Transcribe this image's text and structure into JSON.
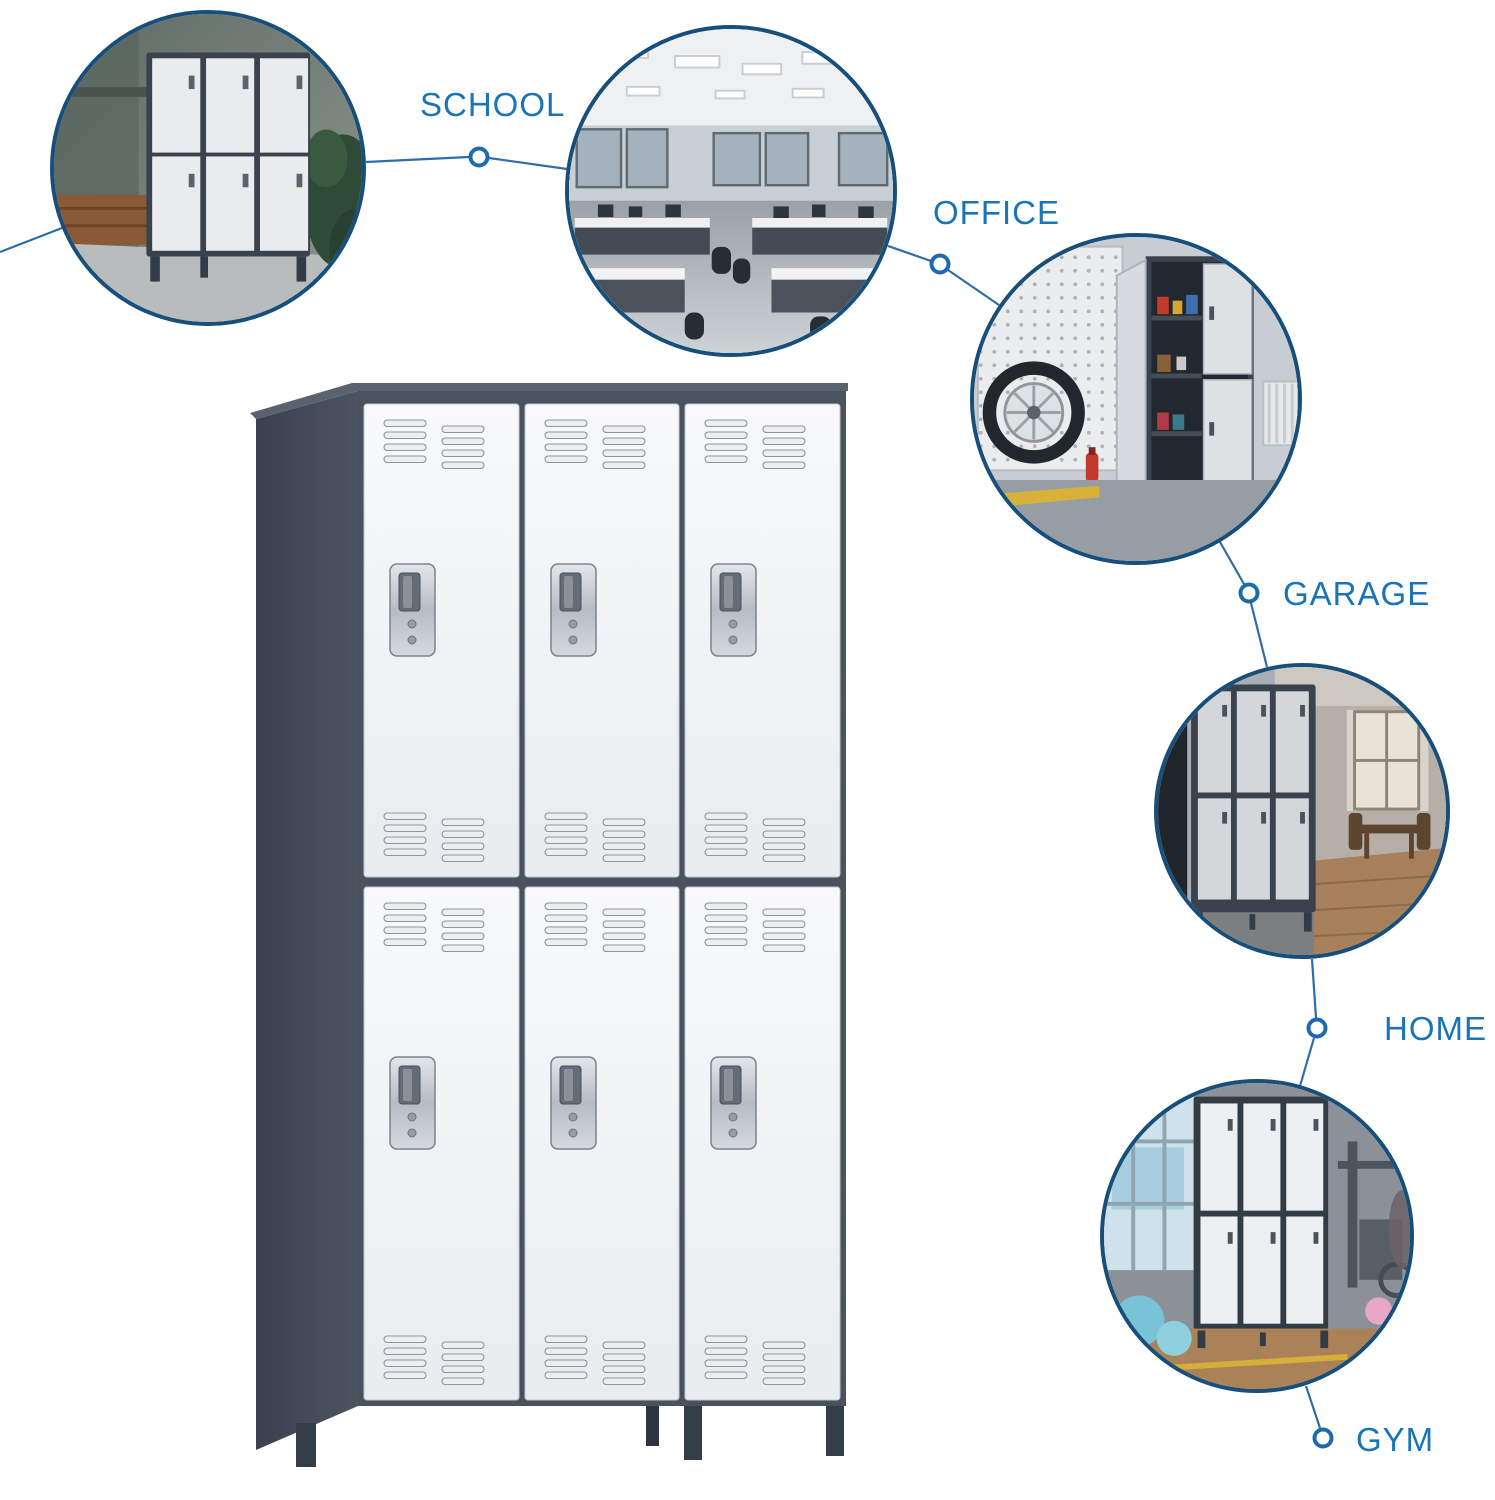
{
  "colors": {
    "accent": "#1b74b8",
    "circle_border": "#174e7a",
    "connector_line": "#2d6da8",
    "locker_frame": "#49525e",
    "locker_door": "#f2f4f6"
  },
  "scenes": [
    {
      "id": "school",
      "label": "SCHOOL"
    },
    {
      "id": "office",
      "label": "OFFICE"
    },
    {
      "id": "garage",
      "label": "GARAGE"
    },
    {
      "id": "home",
      "label": "HOME"
    },
    {
      "id": "gym",
      "label": "GYM"
    }
  ]
}
